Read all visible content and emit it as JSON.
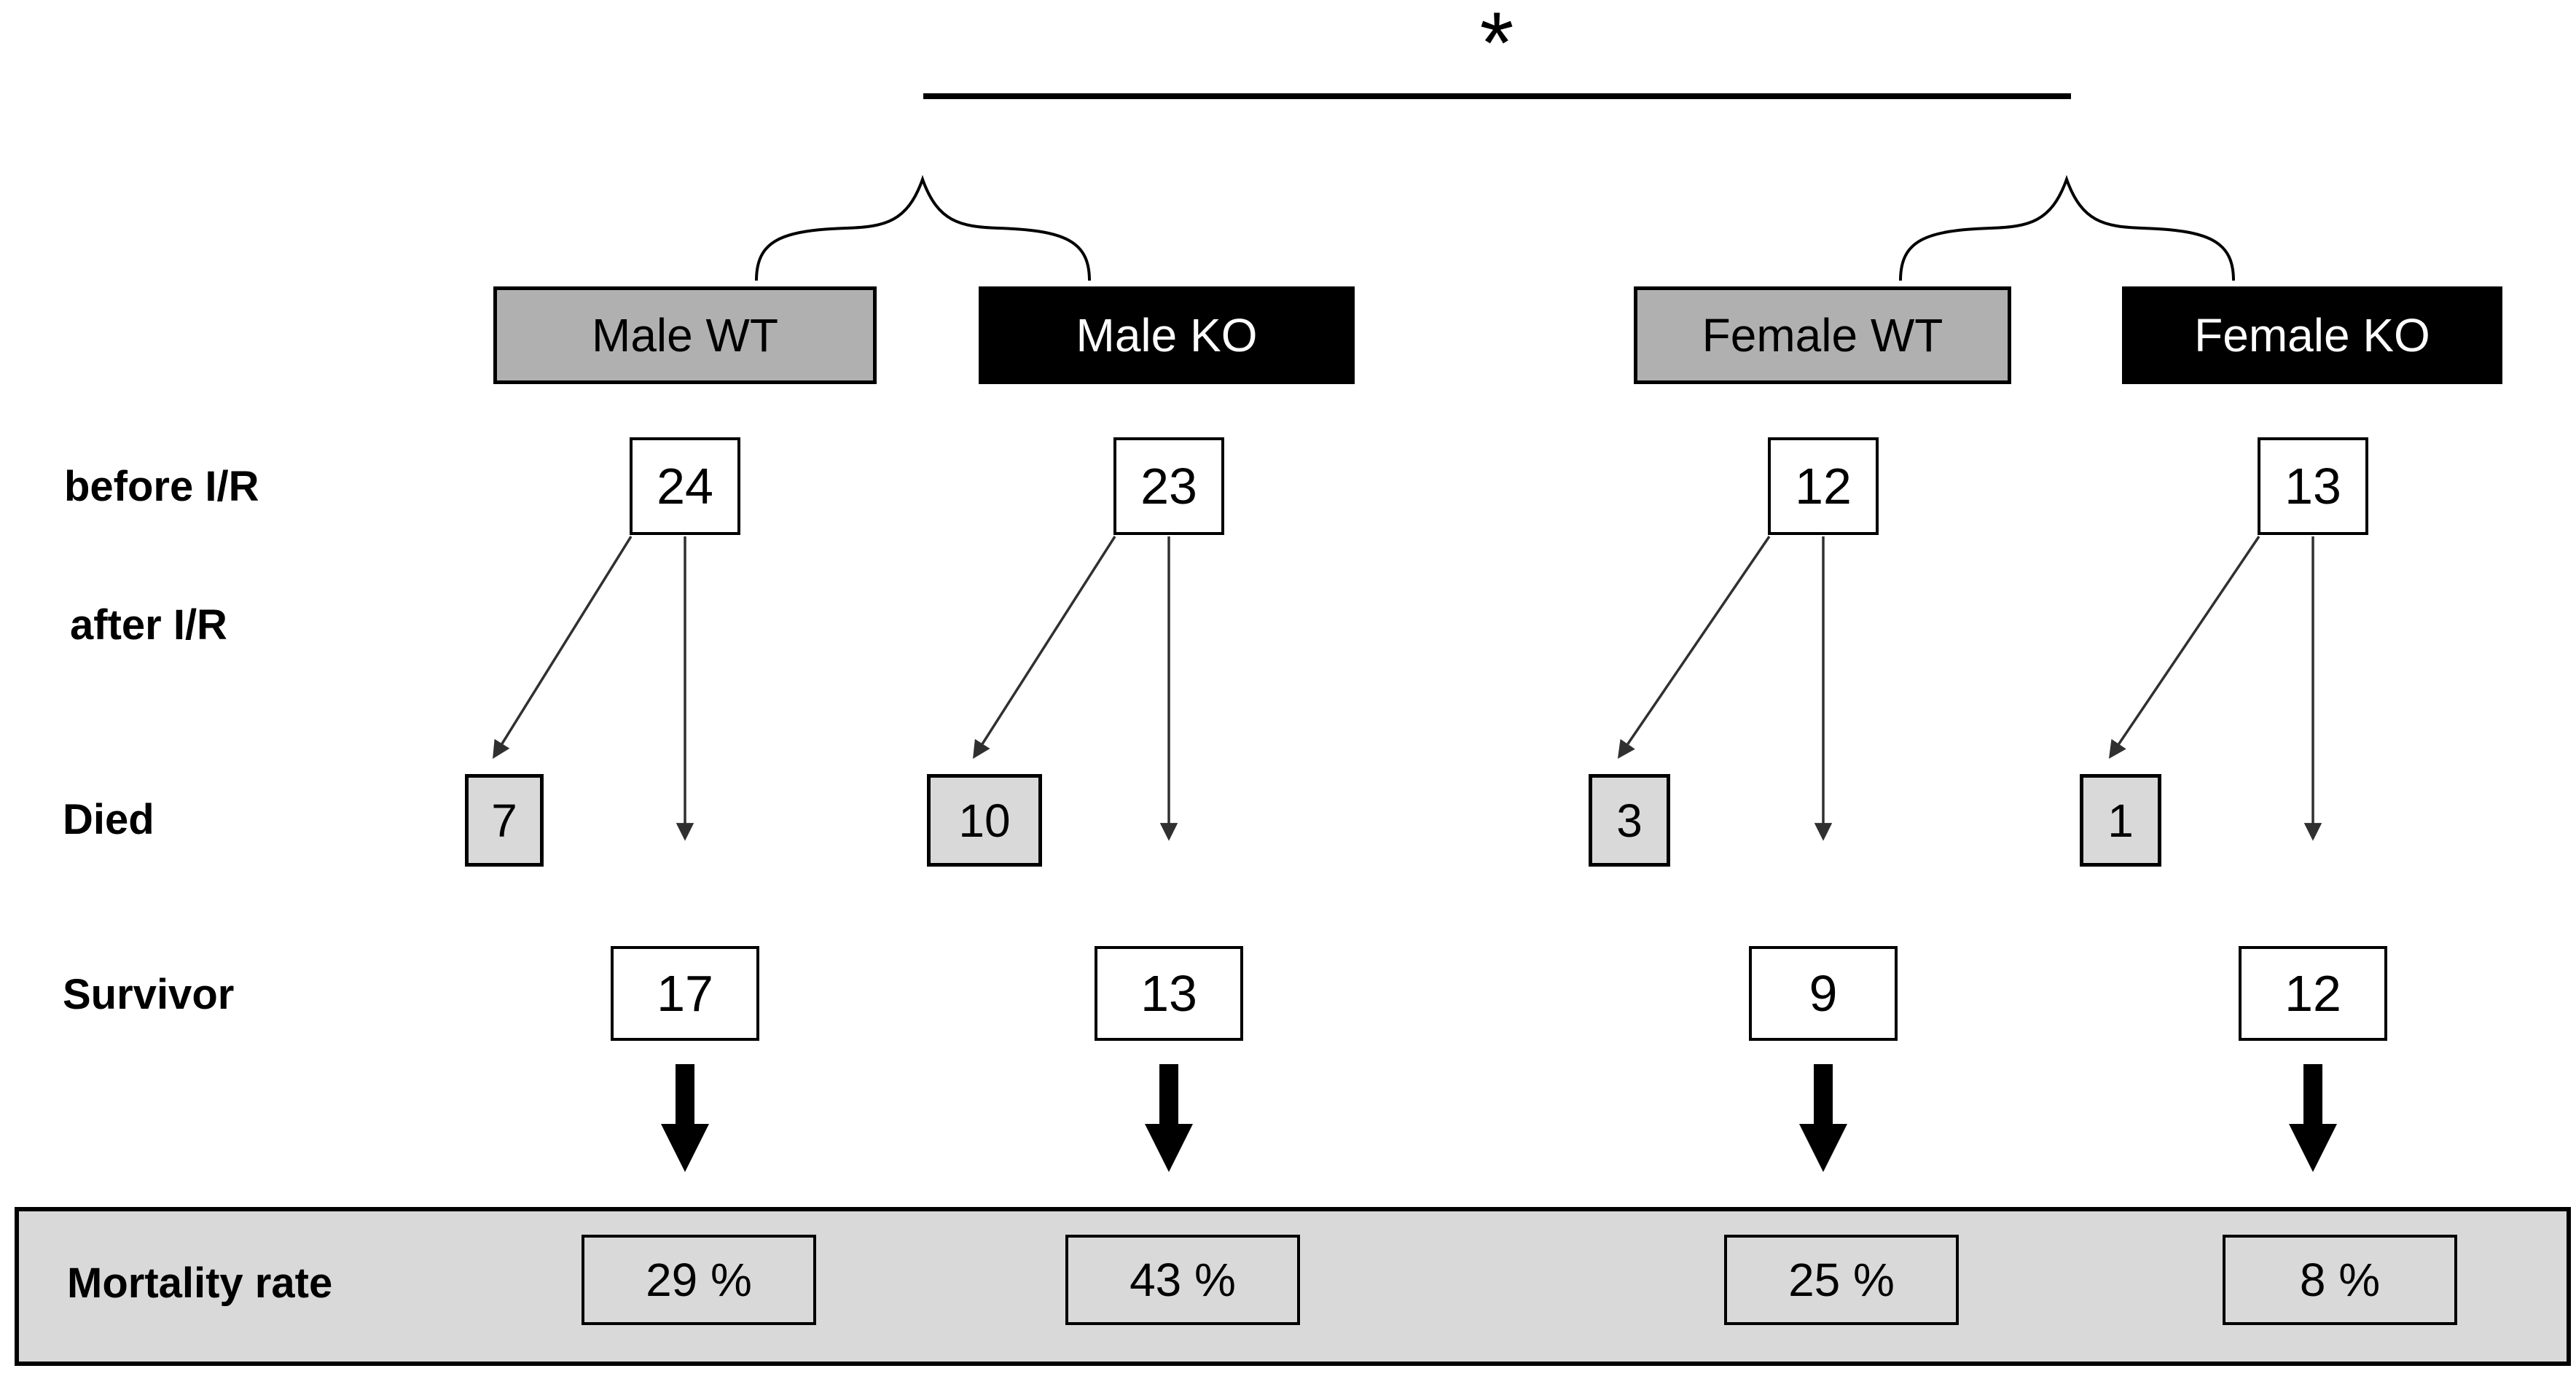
{
  "figure": {
    "significance_marker": "*",
    "row_labels": {
      "before": "before I/R",
      "after": "after I/R",
      "died": "Died",
      "survivor": "Survivor",
      "mortality": "Mortality rate"
    },
    "groups": [
      {
        "label": "Male WT",
        "genotype": "WT",
        "before_ir": "24",
        "died": "7",
        "survivor": "17",
        "mortality_rate": "29 %"
      },
      {
        "label": "Male KO",
        "genotype": "KO",
        "before_ir": "23",
        "died": "10",
        "survivor": "13",
        "mortality_rate": "43 %"
      },
      {
        "label": "Female WT",
        "genotype": "WT",
        "before_ir": "12",
        "died": "3",
        "survivor": "9",
        "mortality_rate": "25 %"
      },
      {
        "label": "Female KO",
        "genotype": "KO",
        "before_ir": "13",
        "died": "1",
        "survivor": "12",
        "mortality_rate": "8 %"
      }
    ],
    "colors": {
      "wt_header_fill": "#b0b0b0",
      "ko_header_fill": "#000000",
      "ko_header_text": "#ffffff",
      "light_gray_fill": "#d9d9d9",
      "line_color": "#000000",
      "background": "#ffffff"
    }
  }
}
